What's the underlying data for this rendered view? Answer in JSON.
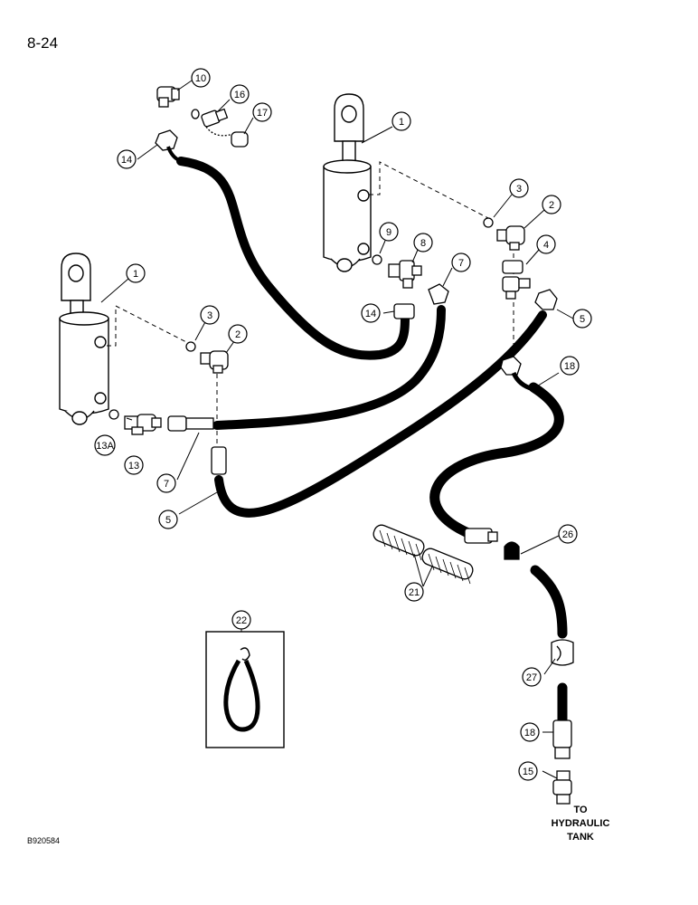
{
  "page_number": "8-24",
  "figure_code": "B920584",
  "destination_label": {
    "line1": "TO",
    "line2": "HYDRAULIC",
    "line3": "TANK"
  },
  "callouts": [
    {
      "id": "c-10",
      "label": "10"
    },
    {
      "id": "c-16",
      "label": "16"
    },
    {
      "id": "c-17",
      "label": "17"
    },
    {
      "id": "c-14a",
      "label": "14"
    },
    {
      "id": "c-1a",
      "label": "1"
    },
    {
      "id": "c-3a",
      "label": "3"
    },
    {
      "id": "c-2a",
      "label": "2"
    },
    {
      "id": "c-4",
      "label": "4"
    },
    {
      "id": "c-9",
      "label": "9"
    },
    {
      "id": "c-8",
      "label": "8"
    },
    {
      "id": "c-7a",
      "label": "7"
    },
    {
      "id": "c-5a",
      "label": "5"
    },
    {
      "id": "c-1b",
      "label": "1"
    },
    {
      "id": "c-3b",
      "label": "3"
    },
    {
      "id": "c-2b",
      "label": "2"
    },
    {
      "id": "c-14b",
      "label": "14"
    },
    {
      "id": "c-18a",
      "label": "18"
    },
    {
      "id": "c-13a",
      "label": "13A"
    },
    {
      "id": "c-13",
      "label": "13"
    },
    {
      "id": "c-7b",
      "label": "7"
    },
    {
      "id": "c-5b",
      "label": "5"
    },
    {
      "id": "c-26",
      "label": "26"
    },
    {
      "id": "c-21",
      "label": "21"
    },
    {
      "id": "c-22",
      "label": "22"
    },
    {
      "id": "c-27",
      "label": "27"
    },
    {
      "id": "c-18b",
      "label": "18"
    },
    {
      "id": "c-15",
      "label": "15"
    }
  ]
}
